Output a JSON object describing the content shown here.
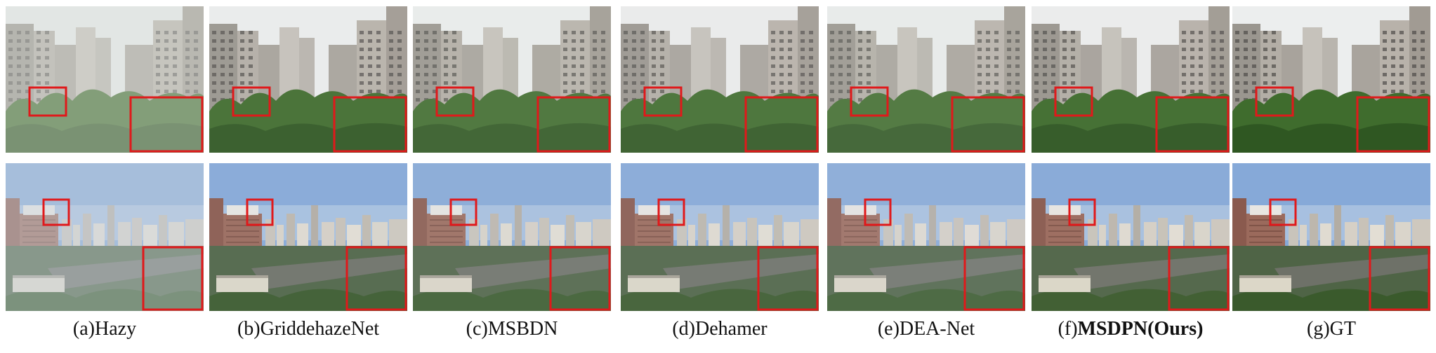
{
  "figure": {
    "methods": [
      {
        "prefix": "(a)",
        "name": "Hazy",
        "bold": false,
        "haze": 0.45
      },
      {
        "prefix": "(b)",
        "name": "GriddehazeNet",
        "bold": false,
        "haze": 0.08
      },
      {
        "prefix": "(c)",
        "name": "MSBDN",
        "bold": false,
        "haze": 0.12
      },
      {
        "prefix": "(d)",
        "name": "Dehamer",
        "bold": false,
        "haze": 0.1
      },
      {
        "prefix": "(e)",
        "name": "DEA-Net",
        "bold": false,
        "haze": 0.14
      },
      {
        "prefix": "(f)",
        "name": "MSDPN(Ours)",
        "bold": true,
        "haze": 0.05
      },
      {
        "prefix": "(g)",
        "name": "GT",
        "bold": false,
        "haze": 0.0
      }
    ],
    "colors": {
      "highlight_box": "#e0191b",
      "sky_row1": "#e9ecec",
      "trees": "#3d6b2c",
      "sky_row2": "#7fa4d6"
    }
  }
}
